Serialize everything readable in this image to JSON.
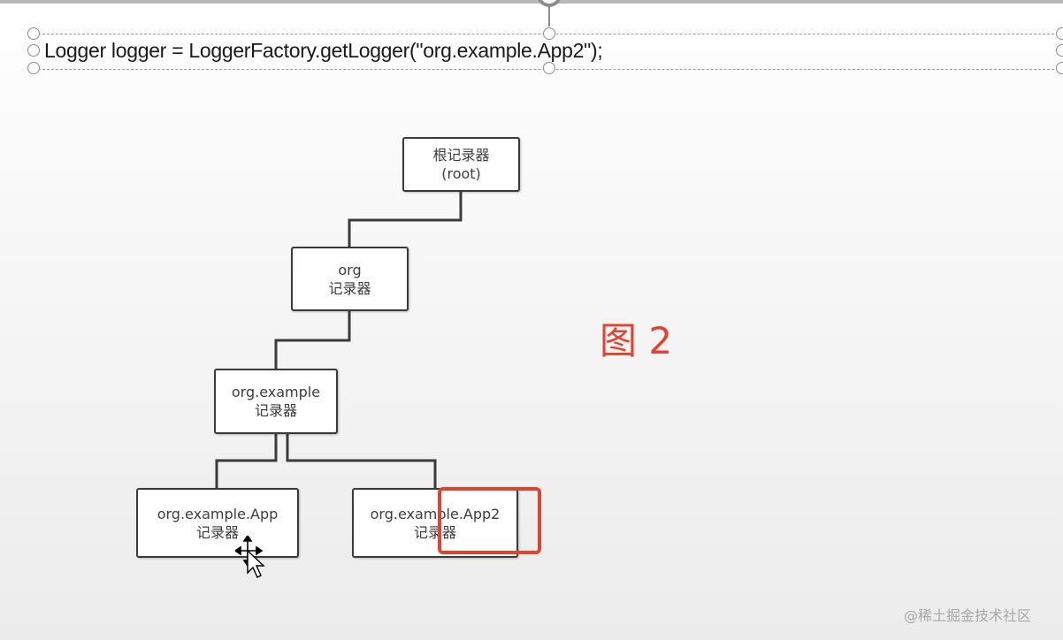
{
  "code": {
    "line": "Logger logger = LoggerFactory.getLogger(\"org.example.App2\");"
  },
  "nodes": {
    "root": {
      "line1": "根记录器",
      "line2": "(root)"
    },
    "org": {
      "line1": "org",
      "line2": "记录器"
    },
    "org_example": {
      "line1": "org.example",
      "line2": "记录器"
    },
    "app": {
      "line1": "org.example.App",
      "line2": "记录器"
    },
    "app2": {
      "line1": "org.example.App2",
      "line2": "记录器"
    }
  },
  "figure_label": "图 2",
  "watermark": "@稀土掘金技术社区",
  "colors": {
    "accent": "#e2432f",
    "node_border": "#3b3b3b",
    "connector": "#3b3b3b"
  }
}
